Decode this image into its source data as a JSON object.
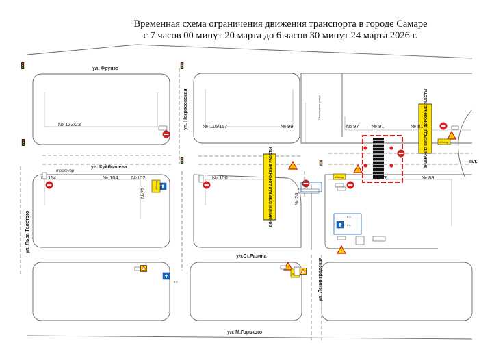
{
  "title": {
    "line1": "Временная схема ограничения движения транспорта в городе Самаре",
    "line2": "с 7 часов 00 минут 20 марта до 6 часов 30 минут 24 марта 2026 г."
  },
  "streets": {
    "frunze": "ул. Фрунзе",
    "kuibysheva": "ул. Куйбышева",
    "st_razina": "ул.Ст.Разина",
    "m_gorkogo": "ул. М.Горького",
    "nekrasovskaya": "ул. Некрасовская",
    "leninogradskaya": "ул. Ленинградская",
    "lva_tolstogo": "ул. Льва Толстого",
    "pl": "Пл."
  },
  "houses": {
    "h133": "№ 133/23",
    "h115": "№ 115/117",
    "h99": "№ 99",
    "h97": "№ 97",
    "h91": "№ 91",
    "h81": "№ 81",
    "h114": "№ 114",
    "h104": "№ 104",
    "h102": "№102",
    "h22": "№22",
    "h100": "№ 100",
    "h24": "№ 24",
    "h76": "№ 76",
    "h68": "№ 68"
  },
  "labels": {
    "sidewalk": "тротуар",
    "pedestrian_street": "Пешеходная улица",
    "works_banner": "ВНИМАНИЕ! ВПЕРЕДИ ДОРОЖНЫЕ РАБОТЫ",
    "detour": "объезд",
    "sign_1_a": "8.5",
    "sign_1_b": "8.6",
    "sign_1_c": "5.5"
  },
  "colors": {
    "street_line": "#666666",
    "block_line": "#8a8a8a",
    "banner_fill": "#ffe200",
    "no_entry": "#e11b1b",
    "blue_sign": "#1565c0",
    "closure_red": "#e11b1b"
  }
}
